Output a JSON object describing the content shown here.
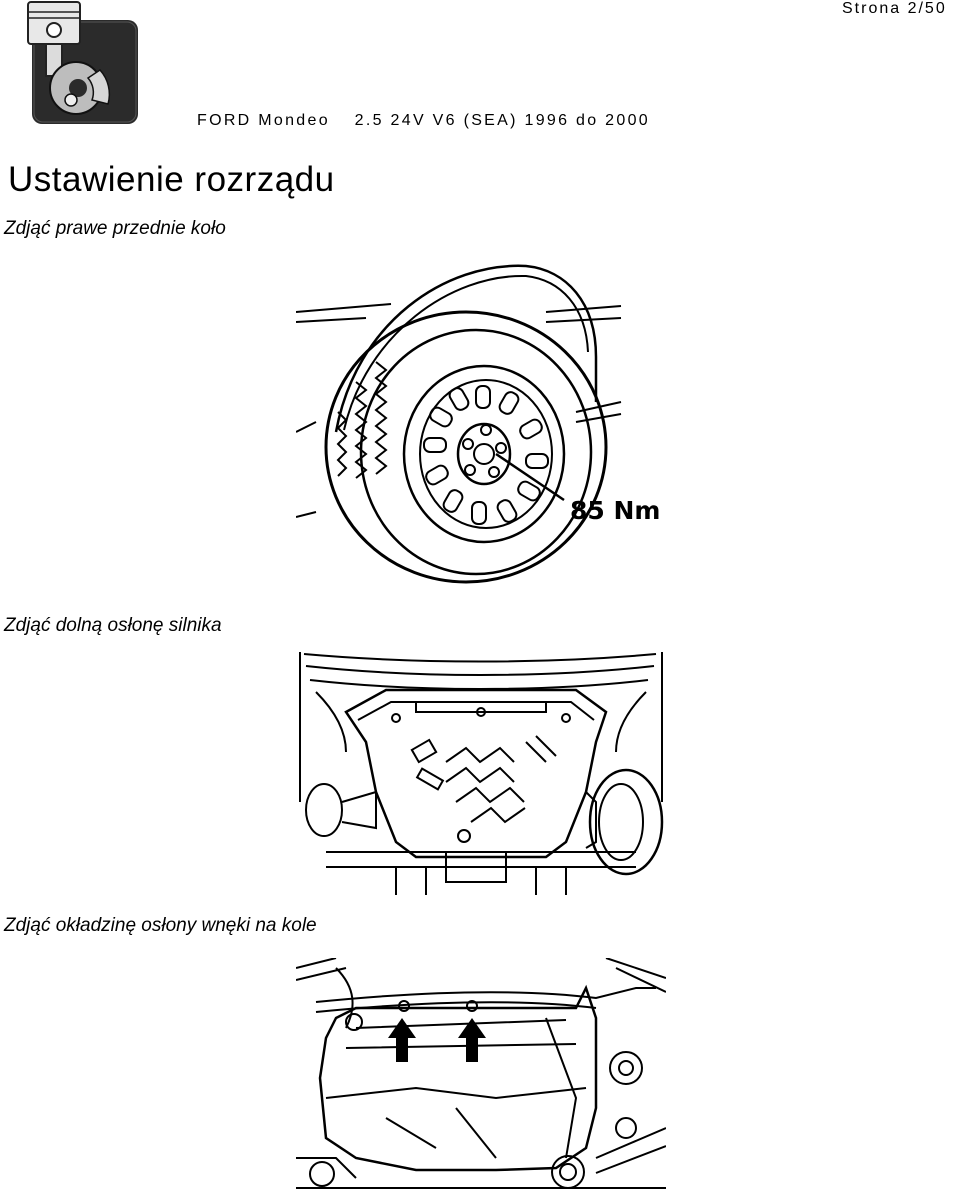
{
  "page": {
    "label": "Strona  2/50"
  },
  "header": {
    "model": "FORD Mondeo",
    "engine": "2.5 24V V6 (SEA) 1996 do 2000"
  },
  "title": "Ustawienie  rozrządu",
  "steps": [
    {
      "text": "Zdjąć prawe przednie koło",
      "figure_label": "85 Nm"
    },
    {
      "text": "Zdjąć dolną osłonę silnika"
    },
    {
      "text": "Zdjąć okładzinę osłony wnęki na kole"
    }
  ],
  "icons": {
    "logo": "piston-gear-logo-icon"
  }
}
